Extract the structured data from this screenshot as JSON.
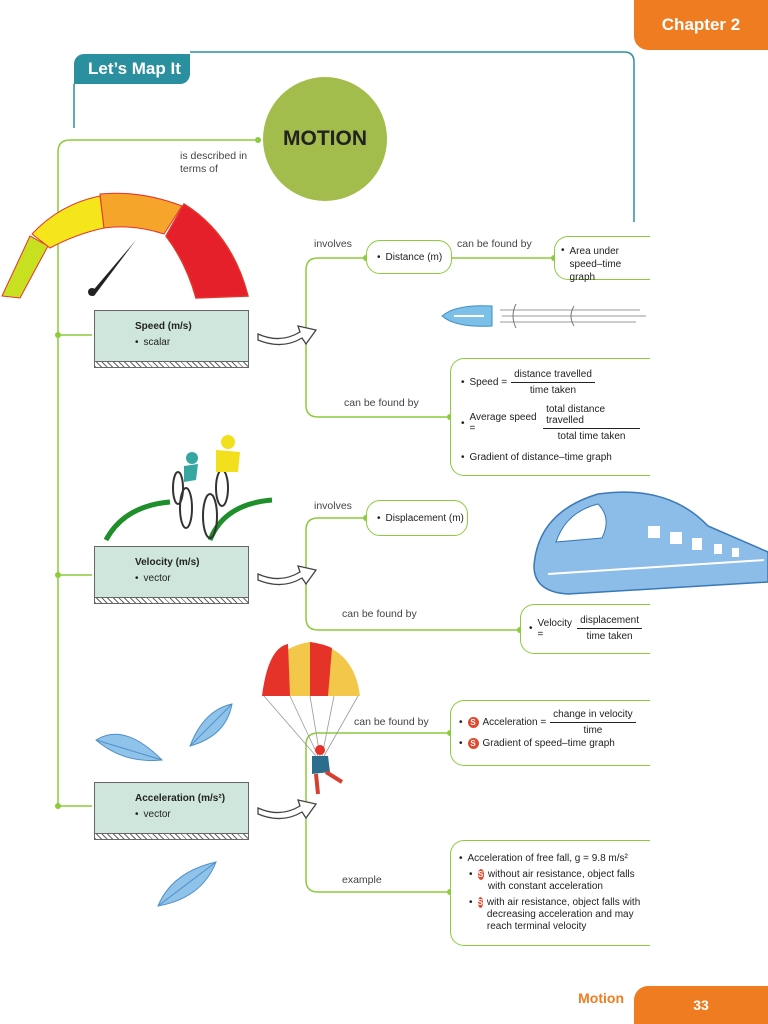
{
  "header": {
    "chapter": "Chapter 2",
    "section_tab": "Let’s Map It"
  },
  "concept": {
    "title": "MOTION",
    "described": "is described in terms of"
  },
  "speed": {
    "title": "Speed (m/s)",
    "bullet": "scalar",
    "involves": "involves",
    "distance": "Distance (m)",
    "found1": "can be found by",
    "area": "Area under speed–time graph",
    "found2": "can be found by",
    "f1_label": "Speed =",
    "f1_num": "distance travelled",
    "f1_den": "time taken",
    "f2_label": "Average speed =",
    "f2_num": "total distance travelled",
    "f2_den": "total time taken",
    "f3": "Gradient of distance–time graph"
  },
  "velocity": {
    "title": "Velocity (m/s)",
    "bullet": "vector",
    "involves": "involves",
    "displacement": "Displacement (m)",
    "found": "can be found by",
    "f_label": "Velocity =",
    "f_num": "displacement",
    "f_den": "time taken"
  },
  "acceleration": {
    "title": "Acceleration (m/s²)",
    "bullet": "vector",
    "found": "can be found by",
    "f_label": "Acceleration =",
    "f_num": "change in velocity",
    "f_den": "time",
    "f2": "Gradient of speed–time graph",
    "example": "example",
    "ex_main": "Acceleration of free fall, g = 9.8 m/s²",
    "ex_a": "without air resistance, object falls with constant acceleration",
    "ex_b": "with air resistance, object falls with decreasing acceleration and may reach terminal velocity",
    "badge": "S"
  },
  "footer": {
    "title": "Motion",
    "page": "33"
  },
  "colors": {
    "orange": "#f07c22",
    "teal": "#2a8f9e",
    "green_line": "#8ccc3c",
    "circle": "#a3bd4c",
    "box_fill": "#cfe6dc"
  }
}
